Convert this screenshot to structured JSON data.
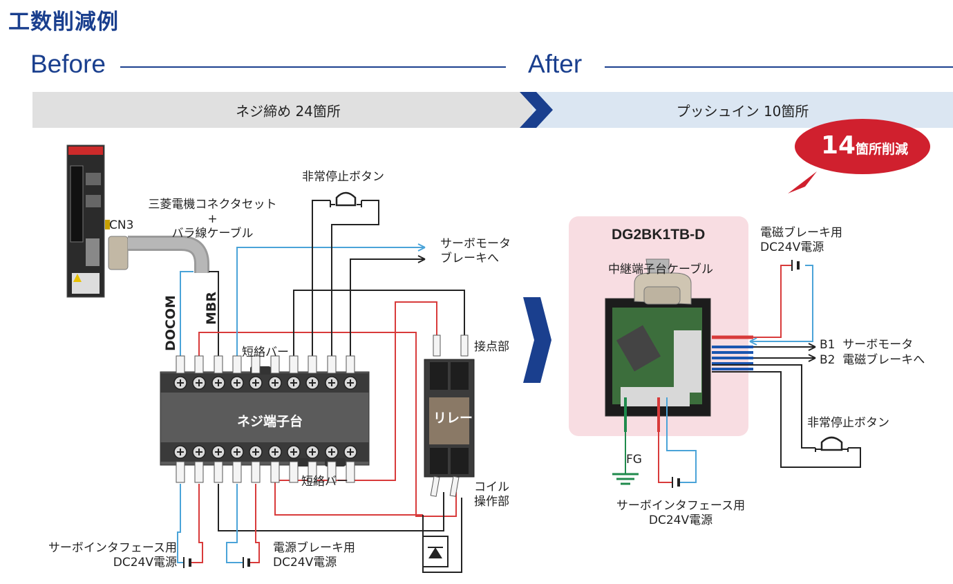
{
  "page_title": "工数削減例",
  "before": {
    "label": "Before",
    "banner": "ネジ締め 24箇所",
    "cn3": "CN3",
    "connector_line1": "三菱電機コネクタセット",
    "connector_plus": "+",
    "connector_line2": "バラ線ケーブル",
    "emergency_stop": "非常停止ボタン",
    "servo_motor_line1": "サーボモータ",
    "servo_motor_line2": "ブレーキへ",
    "docom": "DOCOM",
    "mbr": "MBR",
    "short_bar_top": "短絡バー",
    "short_bar_bottom": "短絡バー",
    "terminal_block": "ネジ端子台",
    "contact_part": "接点部",
    "relay": "リレー",
    "coil_line1": "コイル",
    "coil_line2": "操作部",
    "servo_if_line1": "サーボインタフェース用",
    "servo_if_line2": "DC24V電源",
    "power_brake_line1": "電源ブレーキ用",
    "power_brake_line2": "DC24V電源"
  },
  "after": {
    "label": "After",
    "banner": "プッシュイン 10箇所",
    "badge_number": "14",
    "badge_text": "箇所削減",
    "model": "DG2BK1TB-D",
    "relay_cable": "中継端子台ケーブル",
    "brake_power_line1": "電磁ブレーキ用",
    "brake_power_line2": "DC24V電源",
    "b1": "B1",
    "b1_label": "サーボモータ",
    "b2": "B2",
    "b2_label": "電磁ブレーキへ",
    "emergency_stop": "非常停止ボタン",
    "fg": "FG",
    "servo_if_line1": "サーボインタフェース用",
    "servo_if_line2": "DC24V電源"
  },
  "colors": {
    "brand_blue": "#1a3f8e",
    "wire_red": "#d83a3a",
    "wire_blue": "#4aa3d8",
    "wire_green": "#1f8a4c",
    "badge_red": "#d0202e",
    "panel_pink": "#f8dde2"
  }
}
